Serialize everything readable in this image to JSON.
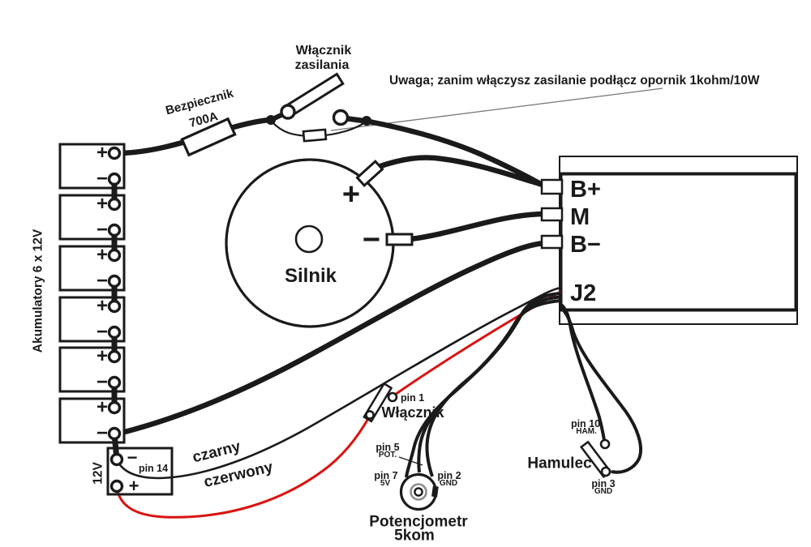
{
  "colors": {
    "ink": "#1a1a1a",
    "red": "#d91310",
    "gray_ring": "#8f8f8f"
  },
  "note": {
    "text": "Uwaga; zanim włączysz zasilanie podłącz opornik 1kohm/10W"
  },
  "power_switch": {
    "line1": "Włącznik",
    "line2": "zasilania"
  },
  "fuse": {
    "line1": "Bezpiecznik",
    "line2": "700A"
  },
  "battery_bank": {
    "label": "Akumulatory 6 x 12V",
    "plus": "+",
    "minus": "−"
  },
  "aux_battery": {
    "voltage": "12V",
    "pin": "pin 14",
    "plus": "+",
    "minus": "−"
  },
  "motor": {
    "label": "Silnik",
    "plus": "+",
    "minus": "−"
  },
  "controller": {
    "terminal_bplus": "B+",
    "terminal_m": "M",
    "terminal_bminus": "B−",
    "connector": "J2"
  },
  "wires": {
    "black_label": "czarny",
    "red_label": "czerwony"
  },
  "key_switch": {
    "label": "Włącznik",
    "pin": "pin 1"
  },
  "potentiometer": {
    "name": "Potencjometr",
    "value": "5kom",
    "pin5": "pin 5",
    "pin5_fn": "POT.",
    "pin7": "pin 7",
    "pin7_fn": "5V",
    "pin2": "pin 2",
    "pin2_fn": "GND"
  },
  "brake": {
    "label": "Hamulec",
    "pin10": "pin 10",
    "pin10_fn": "HAM.",
    "pin3": "pin 3",
    "pin3_fn": "GND"
  }
}
